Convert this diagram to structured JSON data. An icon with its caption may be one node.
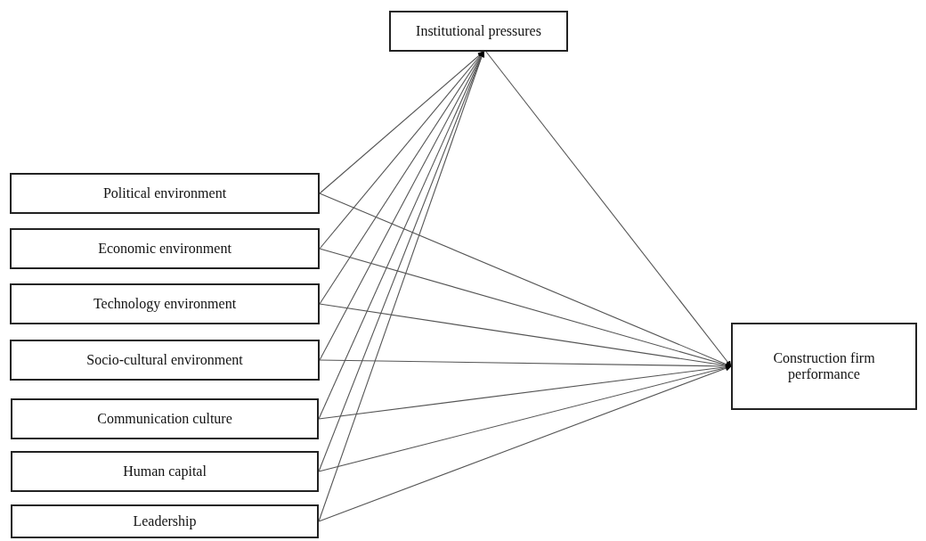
{
  "diagram": {
    "nodes": [
      {
        "text": [
          "Institutional pressures"
        ]
      },
      {
        "text": [
          "Political environment"
        ]
      },
      {
        "text": [
          "Economic environment"
        ]
      },
      {
        "text": [
          "Technology environment"
        ]
      },
      {
        "text": [
          "Socio-cultural environment"
        ]
      },
      {
        "text": [
          "Communication culture"
        ]
      },
      {
        "text": [
          "Human capital"
        ]
      },
      {
        "text": [
          "Leadership"
        ]
      },
      {
        "text": [
          "Construction firm performance"
        ]
      }
    ],
    "edges": [
      {
        "from": 1,
        "to": 0,
        "arrow": "to"
      },
      {
        "from": 2,
        "to": 0,
        "arrow": "to"
      },
      {
        "from": 3,
        "to": 0,
        "arrow": "to"
      },
      {
        "from": 4,
        "to": 0,
        "arrow": "to"
      },
      {
        "from": 5,
        "to": 0,
        "arrow": "to"
      },
      {
        "from": 6,
        "to": 0,
        "arrow": "to"
      },
      {
        "from": 7,
        "to": 0,
        "arrow": "to"
      },
      {
        "from": 1,
        "to": 8,
        "arrow": "to"
      },
      {
        "from": 2,
        "to": 8,
        "arrow": "to"
      },
      {
        "from": 3,
        "to": 8,
        "arrow": "to"
      },
      {
        "from": 4,
        "to": 8,
        "arrow": "to"
      },
      {
        "from": 5,
        "to": 8,
        "arrow": "to"
      },
      {
        "from": 6,
        "to": 8,
        "arrow": "to"
      },
      {
        "from": 7,
        "to": 8,
        "arrow": "to"
      },
      {
        "from": 0,
        "to": 8,
        "arrow": "to"
      }
    ]
  }
}
